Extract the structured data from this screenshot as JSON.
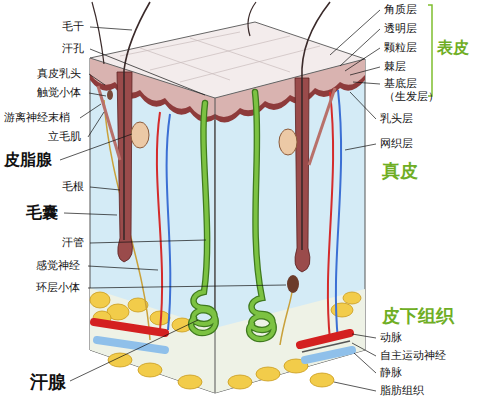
{
  "diagram": {
    "labels": [
      "毛干",
      "汗孔",
      "真皮乳头",
      "触觉小体",
      "游离神经末梢",
      "立毛肌",
      "皮脂腺",
      "毛根",
      "毛囊",
      "汗管",
      "感觉神经",
      "环层小体",
      "汗腺",
      "角质层",
      "透明层",
      "颗粒层",
      "棘层",
      "基底层 （生发层）",
      "乳头层",
      "网织层",
      "动脉",
      "自主运动神经",
      "静脉",
      "脂肪组织",
      "表皮",
      "真皮",
      "皮下组织"
    ]
  }
}
